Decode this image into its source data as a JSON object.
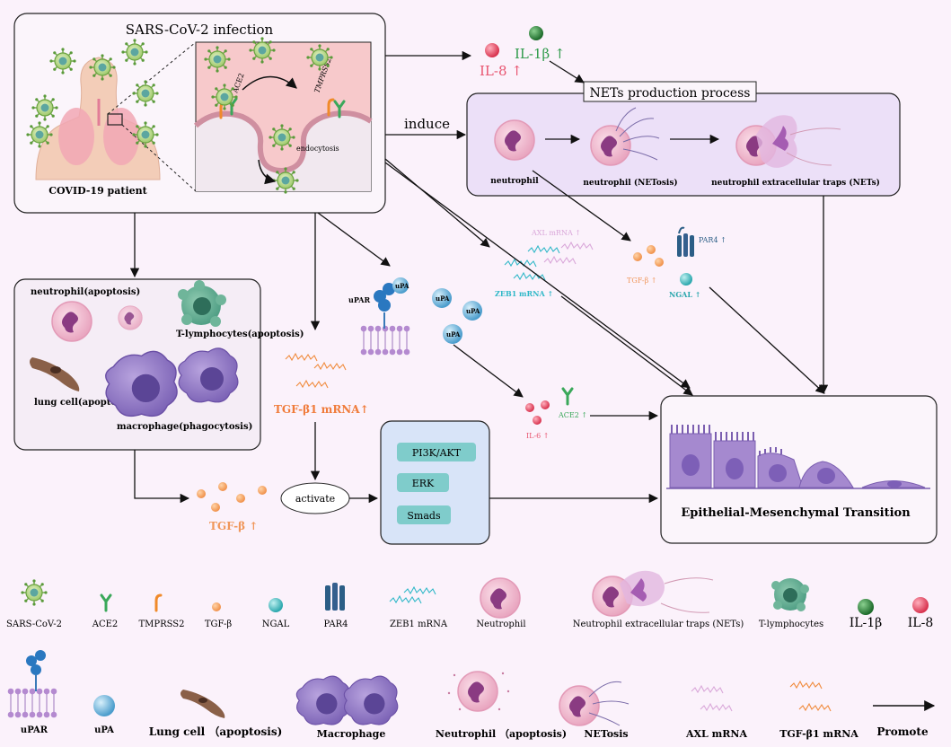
{
  "infection": {
    "title": "SARS-CoV-2 infection",
    "patient_label": "COVID-19 patient",
    "ace2_label": "ACE2",
    "tmprss2_label": "TMPRSS2",
    "endocytosis_label": "endocytosis"
  },
  "cytokines": {
    "il8": "IL-8 ↑",
    "il1b": "IL-1β ↑"
  },
  "induce_label": "induce",
  "nets_process": {
    "title": "NETs production process",
    "neutrophil": "neutrophil",
    "netosis": "neutrophil (NETosis)",
    "nets": "neutrophil extracellular traps (NETs)"
  },
  "apoptosis_box": {
    "neutrophil": "neutrophil(apoptosis)",
    "tlymph": "T-lymphocytes(apoptosis)",
    "lung": "lung cell(apoptosis)",
    "macrophage": "macrophage(phagocytosis)"
  },
  "upa_group": {
    "upar": "uPAR",
    "upa": "uPA"
  },
  "mrna_group": {
    "axl": "AXL mRNA ↑",
    "zeb1": "ZEB1 mRNA ↑"
  },
  "par4_group": {
    "par4": "PAR4 ↑",
    "tgfb": "TGF-β ↑",
    "ngal": "NGAL ↑"
  },
  "il6_group": {
    "il6": "IL-6 ↑",
    "ace2": "ACE2 ↑"
  },
  "tgfb1_mrna": "TGF-β1 mRNA↑",
  "tgfb_bottom": "TGF-β ↑",
  "activate_label": "activate",
  "pathways": [
    "PI3K/AKT",
    "ERK",
    "Smads"
  ],
  "emt_label": "Epithelial-Mesenchymal Transition",
  "legend": {
    "row1": [
      "SARS-CoV-2",
      "ACE2",
      "TMPRSS2",
      "TGF-β",
      "NGAL",
      "PAR4",
      "ZEB1 mRNA",
      "Neutrophil",
      "Neutrophil extracellular traps (NETs)",
      "T-lymphocytes",
      "IL-1β",
      "IL-8"
    ],
    "row2": [
      "uPAR",
      "uPA",
      "Lung cell （apoptosis)",
      "Macrophage",
      "Neutrophil （apoptosis)",
      "NETosis",
      "AXL mRNA",
      "TGF-β1 mRNA",
      "Promote"
    ]
  },
  "colors": {
    "background": "#fbf2fb",
    "infection_panel": "#f7c9cb",
    "nets_box": "#ece0f8",
    "pathway_box": "#d8e4f8",
    "pathway_pill": "#7fcccb",
    "il8": "#e8546f",
    "il1b": "#2e9a4a",
    "tgfb_text": "#f0975a",
    "tgfb1_text": "#f07c3b",
    "zeb1": "#30b8c8",
    "axl": "#d9a7d9",
    "ace2": "#3aa85a",
    "tmprss2": "#f08a2a",
    "ngal": "#39b7b7",
    "par4": "#2b5e86",
    "upa": "#4aa8d8",
    "cell_purple": "#9d83c9"
  }
}
